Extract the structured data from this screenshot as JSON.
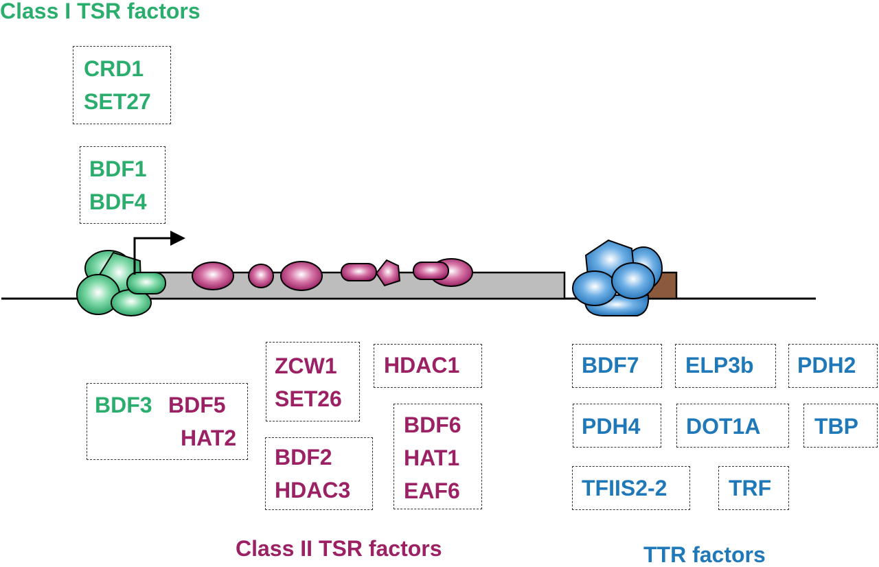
{
  "titles": {
    "class1": "Class I TSR factors",
    "class2": "Class II TSR factors",
    "ttr": "TTR factors"
  },
  "colors": {
    "class1": "#2bae6d",
    "class2": "#9b2064",
    "ttr": "#1f78b8",
    "gene_body": "#bdbdbd",
    "terminator": "#8b5a3c"
  },
  "class1_boxes": [
    {
      "lines": [
        "CRD1",
        "SET27"
      ]
    },
    {
      "lines": [
        "BDF1",
        "BDF4"
      ]
    }
  ],
  "mixed_box": {
    "green": "BDF3",
    "purple": [
      "BDF5",
      "HAT2"
    ]
  },
  "class2_boxes": [
    {
      "lines": [
        "ZCW1",
        "SET26"
      ]
    },
    {
      "lines": [
        "HDAC1"
      ]
    },
    {
      "lines": [
        "BDF2",
        "HDAC3"
      ]
    },
    {
      "lines": [
        "BDF6",
        "HAT1",
        "EAF6"
      ]
    }
  ],
  "ttr_boxes": [
    {
      "lines": [
        "BDF7"
      ]
    },
    {
      "lines": [
        "ELP3b"
      ]
    },
    {
      "lines": [
        "PDH2"
      ]
    },
    {
      "lines": [
        "PDH4"
      ]
    },
    {
      "lines": [
        "DOT1A"
      ]
    },
    {
      "lines": [
        "TBP"
      ]
    },
    {
      "lines": [
        "TFIIS2-2"
      ]
    },
    {
      "lines": [
        "TRF"
      ]
    }
  ]
}
